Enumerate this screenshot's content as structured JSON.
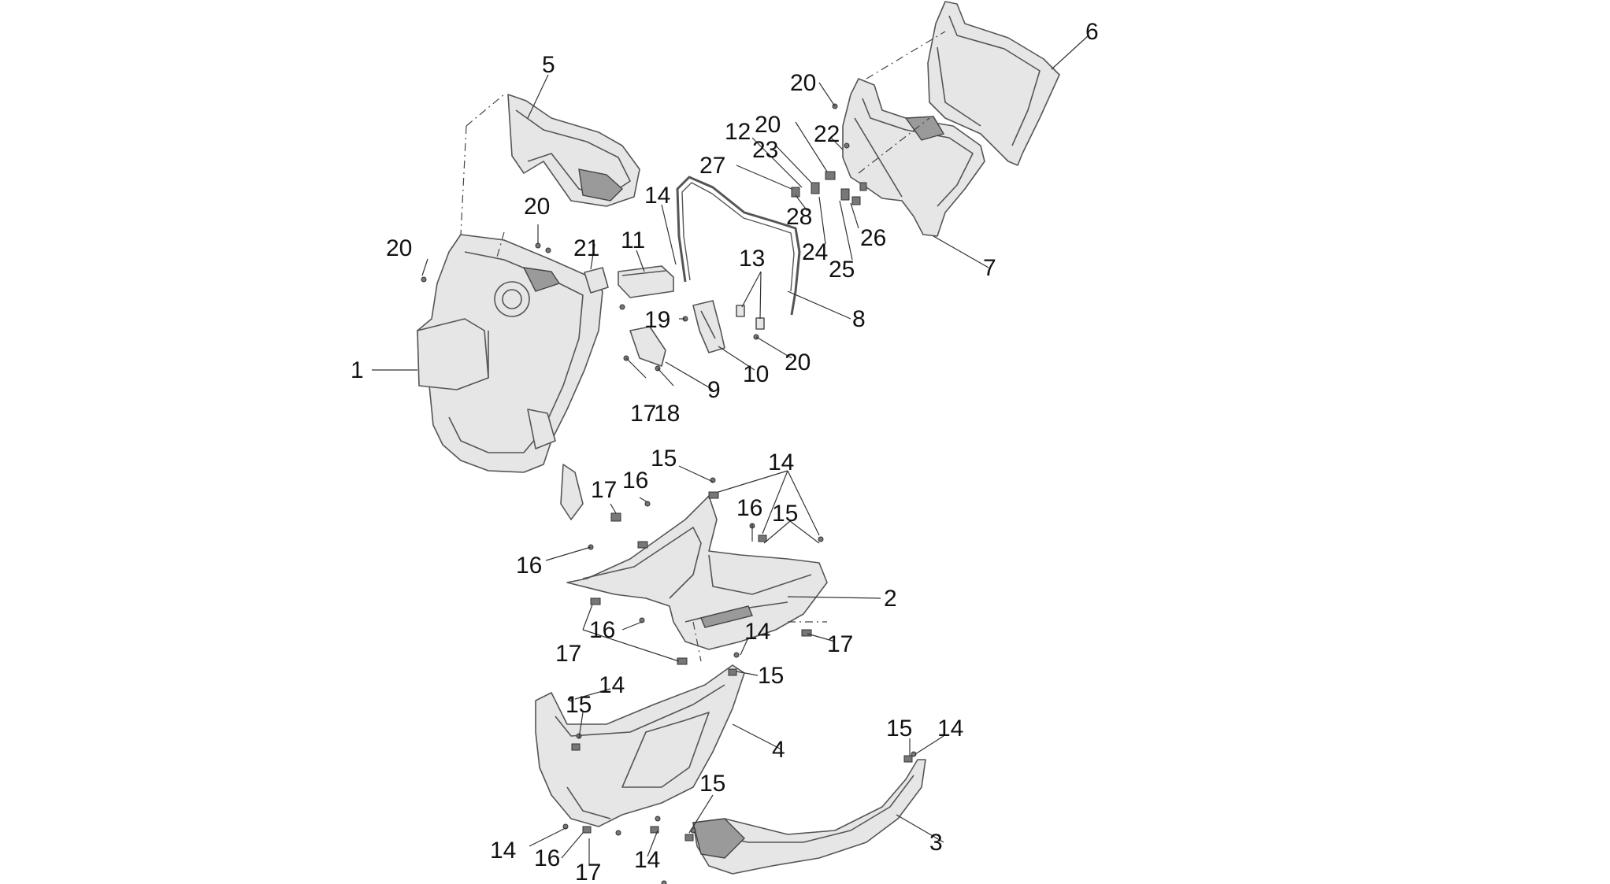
{
  "diagram": {
    "callouts": [
      {
        "label": "1"
      },
      {
        "label": "2"
      },
      {
        "label": "3"
      },
      {
        "label": "4"
      },
      {
        "label": "5"
      },
      {
        "label": "6"
      },
      {
        "label": "7"
      },
      {
        "label": "8"
      },
      {
        "label": "9"
      },
      {
        "label": "10"
      },
      {
        "label": "11"
      },
      {
        "label": "12"
      },
      {
        "label": "13"
      },
      {
        "label": "14"
      },
      {
        "label": "20"
      },
      {
        "label": "20"
      },
      {
        "label": "21"
      },
      {
        "label": "19"
      },
      {
        "label": "17"
      },
      {
        "label": "18"
      },
      {
        "label": "20"
      },
      {
        "label": "22"
      },
      {
        "label": "20"
      },
      {
        "label": "23"
      },
      {
        "label": "27"
      },
      {
        "label": "28"
      },
      {
        "label": "24"
      },
      {
        "label": "25"
      },
      {
        "label": "26"
      },
      {
        "label": "20"
      },
      {
        "label": "15"
      },
      {
        "label": "14"
      },
      {
        "label": "17"
      },
      {
        "label": "16"
      },
      {
        "label": "16"
      },
      {
        "label": "15"
      },
      {
        "label": "16"
      },
      {
        "label": "16"
      },
      {
        "label": "17"
      },
      {
        "label": "14"
      },
      {
        "label": "15"
      },
      {
        "label": "17"
      },
      {
        "label": "14"
      },
      {
        "label": "15"
      },
      {
        "label": "15"
      },
      {
        "label": "14"
      },
      {
        "label": "15"
      },
      {
        "label": "14"
      },
      {
        "label": "16"
      },
      {
        "label": "17"
      },
      {
        "label": "14"
      }
    ]
  }
}
